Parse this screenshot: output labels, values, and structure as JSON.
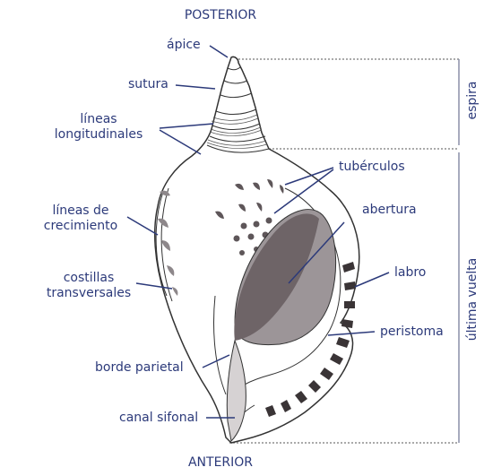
{
  "orientation": {
    "top": "POSTERIOR",
    "bottom": "ANTERIOR"
  },
  "labels": {
    "apice": "ápice",
    "sutura": "sutura",
    "lineas_longitudinales": [
      "líneas",
      "longitudinales"
    ],
    "tuberculos": "tubérculos",
    "lineas_crecimiento": [
      "líneas de",
      "crecimiento"
    ],
    "abertura": "abertura",
    "labro": "labro",
    "costillas_transversales": [
      "costillas",
      "transversales"
    ],
    "peristoma": "peristoma",
    "borde_parietal": "borde parietal",
    "canal_sifonal": "canal sifonal"
  },
  "regions": {
    "espira": "espira",
    "ultima_vuelta": "última vuelta"
  },
  "colors": {
    "text": "#2c3a7a",
    "outline": "#333333",
    "aperture_dark": "#6e6467",
    "aperture_light": "#9c9598",
    "mark_gray": "#8d878a",
    "bracket": "#8a8fa8"
  }
}
